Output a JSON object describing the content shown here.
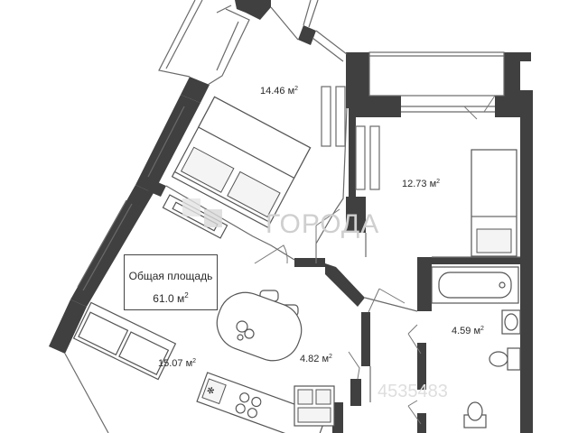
{
  "rooms": [
    {
      "id": "bedroom",
      "area": "14.46",
      "unit": "м",
      "power": "2"
    },
    {
      "id": "bedroom-2",
      "area": "12.73",
      "unit": "м",
      "power": "2"
    },
    {
      "id": "living-room",
      "area": "15.07",
      "unit": "м",
      "power": "2"
    },
    {
      "id": "hall",
      "area": "4.82",
      "unit": "м",
      "power": "2"
    },
    {
      "id": "bathroom",
      "area": "4.59",
      "unit": "м",
      "power": "2"
    }
  ],
  "total": {
    "label": "Общая площадь",
    "value": "61.0",
    "unit": "м",
    "power": "2"
  },
  "watermark": {
    "brand": "ГОРОДА",
    "code": "4535483"
  },
  "colors": {
    "wall": "#404040",
    "line": "#6a6a6a",
    "watermark": "#cfcfcf"
  }
}
